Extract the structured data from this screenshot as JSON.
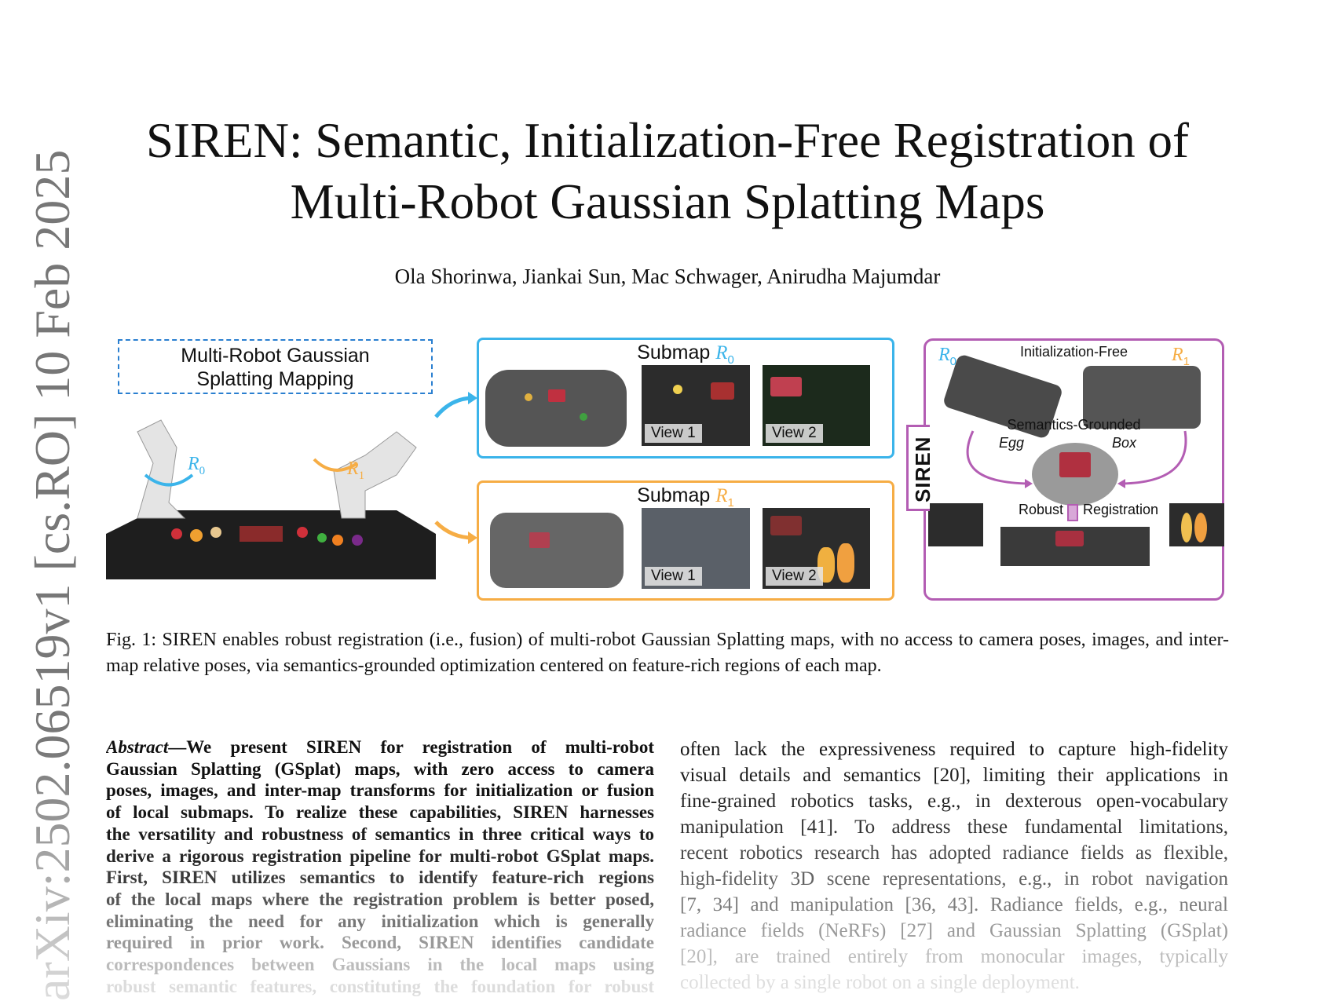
{
  "title": {
    "line1": "SIREN: Semantic, Initialization-Free Registration of",
    "line2": "Multi-Robot Gaussian Splatting Maps"
  },
  "authors": "Ola Shorinwa, Jiankai Sun, Mac Schwager, Anirudha Majumdar",
  "arxiv_stamp": "arXiv:2502.06519v1  [cs.RO]  10 Feb 2025",
  "figure": {
    "mapping_box": {
      "line1": "Multi-Robot Gaussian",
      "line2": "Splatting Mapping"
    },
    "robot_labels": {
      "r0": "R",
      "r0_sub": "0",
      "r1": "R",
      "r1_sub": "1"
    },
    "submap0": {
      "title": "Submap",
      "robot": "R",
      "sub": "0",
      "view1": "View 1",
      "view2": "View 2"
    },
    "submap1": {
      "title": "Submap",
      "robot": "R",
      "sub": "1",
      "view1": "View 1",
      "view2": "View 2"
    },
    "siren": {
      "label": "SIREN",
      "init_free": "Initialization-Free",
      "r0": "R",
      "r0_sub": "0",
      "r1": "R",
      "r1_sub": "1",
      "semantics": "Semantics-Grounded",
      "egg": "Egg",
      "box": "Box",
      "robust": "Robust",
      "registration": "Registration"
    },
    "colors": {
      "r0": "#3bb4ea",
      "r1": "#f6ad45",
      "siren": "#b35db3",
      "mapping_box": "#2a7fd0"
    }
  },
  "caption": "Fig. 1: SIREN enables robust registration (i.e., fusion) of multi-robot Gaussian Splatting maps, with no access to camera poses, images, and inter-map relative poses, via semantics-grounded optimization centered on feature-rich regions of each map.",
  "abstract": {
    "lead": "Abstract",
    "lines": [
      "—We present SIREN for registration of multi-robot",
      "Gaussian Splatting (GSplat) maps, with zero access to camera",
      "poses, images, and inter-map transforms for initialization or fusion",
      "of local submaps. To realize these capabilities, SIREN harnesses",
      "the versatility and robustness of semantics in three critical ways to",
      "derive a rigorous registration pipeline for multi-robot GSplat maps.",
      "First, SIREN utilizes semantics to identify feature-rich regions",
      "of the local maps where the registration problem is better posed,",
      "eliminating the need for any initialization which is generally",
      "required in prior work. Second, SIREN identifies candidate",
      "correspondences between Gaussians in the local maps using",
      "robust semantic features, constituting the foundation for robust"
    ]
  },
  "intro": {
    "lines": [
      "often lack the expressiveness required to capture high-fidelity",
      "visual details and semantics [20], limiting their applications in",
      "fine-grained robotics tasks, e.g., in dexterous open-vocabulary",
      "manipulation [41]. To address these fundamental limitations,",
      "recent robotics research has adopted radiance fields as flexible,",
      "high-fidelity 3D scene representations, e.g., in robot navigation",
      "[7, 34] and manipulation [36, 43]. Radiance fields, e.g., neural",
      "radiance fields (NeRFs) [27] and Gaussian Splatting (GSplat)",
      "[20], are trained entirely from monocular images, typically",
      "collected by a single robot on a single deployment."
    ]
  }
}
